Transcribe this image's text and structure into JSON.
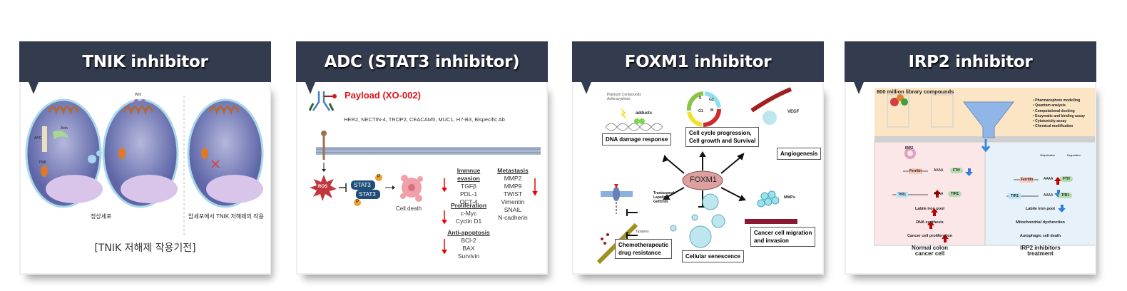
{
  "cards": [
    {
      "title": "TNIK inhibitor",
      "labels": {
        "normal_cell": "정상세포",
        "cancer_cell": "암세포에서 TNIK 저해제의 작용",
        "caption": "[TNIK 저해제 작용기전]",
        "tnik": "TNIK",
        "wnt": "Wnt",
        "apc": "APC",
        "axin": "Axin"
      }
    },
    {
      "title": "ADC (STAT3 inhibitor)",
      "payload": "Payload (XO-002)",
      "targets": "HER2, NECTIN-4, TROP2, CEACAM5, MUC1, H7-B3, Bispecific Ab",
      "ros": "ROS",
      "stat3": "STAT3",
      "p": "P",
      "cell_death": "Cell death",
      "groups": [
        {
          "title": "Immnue evasion",
          "items": [
            "TGFβ",
            "PDL-1",
            "OCT-4"
          ]
        },
        {
          "title": "Proliferation",
          "items": [
            "c-Myc",
            "Cyclin D1"
          ]
        },
        {
          "title": "Anti-apoptosis",
          "items": [
            "BCl-2",
            "BAX",
            "Survivin"
          ]
        },
        {
          "title": "Metastasis",
          "items": [
            "MMP2",
            "MMP9",
            "TWIST",
            "Vimentin",
            "SNAIL",
            "N-cadherin"
          ]
        }
      ]
    },
    {
      "title": "FOXM1 inhibitor",
      "center": "FOXM1",
      "platinum": "Platinum Compounds",
      "anthracyclines": "Anthracyclines",
      "adducts": "adducts",
      "dna_damage": "DNA damage response",
      "cell_cycle_1": "Cell cycle progression,",
      "cell_cycle_2": "Cell growth and Survival",
      "phases": [
        "S",
        "G2",
        "G1",
        "M"
      ],
      "vegf": "VEGF",
      "angiogenesis": "Angiogenesis",
      "drugs": [
        "Trastuzumab",
        "Lapatinib",
        "Gefitinib"
      ],
      "taxanes": "Taxanes",
      "chemo_1": "Chemotherapeutic",
      "chemo_2": "drug resistance",
      "senescence": "Cellular senescence",
      "mmps": "MMPs",
      "migration_1": "Cancer cell migration",
      "migration_2": "and invasion"
    },
    {
      "title": "IRP2 inhibitor",
      "library": "800 million library compounds",
      "methods": [
        "Pharmacophore modelling",
        "Quantam analysis",
        "Computational docking",
        "Enzymatic and binding assay",
        "Cytotoxicity assay",
        "Chemical modification"
      ],
      "left": {
        "irp2": "IRP2",
        "ferritin": "Ferritin",
        "aaaa": "AAAA",
        "fth": "FTH",
        "tfr1": "TfR1",
        "steps": [
          "Labile iron pool",
          "DNA synthesis",
          "Cancer cell proliferation"
        ],
        "caption_1": "Normal colon",
        "caption_2": "cancer cell"
      },
      "right": {
        "ubiq": "Ubiquitination",
        "degr": "Degradation",
        "ferritin": "Ferritin",
        "aaaa": "AAAA",
        "fth": "FTH",
        "tfr1": "TfR1",
        "steps": [
          "Labile iron pool",
          "Mitochondrial dysfunction",
          "Autophagic cell death"
        ],
        "caption_1": "IRP2 inhibitors",
        "caption_2": "treatment"
      }
    }
  ],
  "colors": {
    "header": "#333c4e",
    "up_arrow": "#c00000",
    "down_arrow": "#2f7fd8",
    "payload": "#e0121b"
  }
}
